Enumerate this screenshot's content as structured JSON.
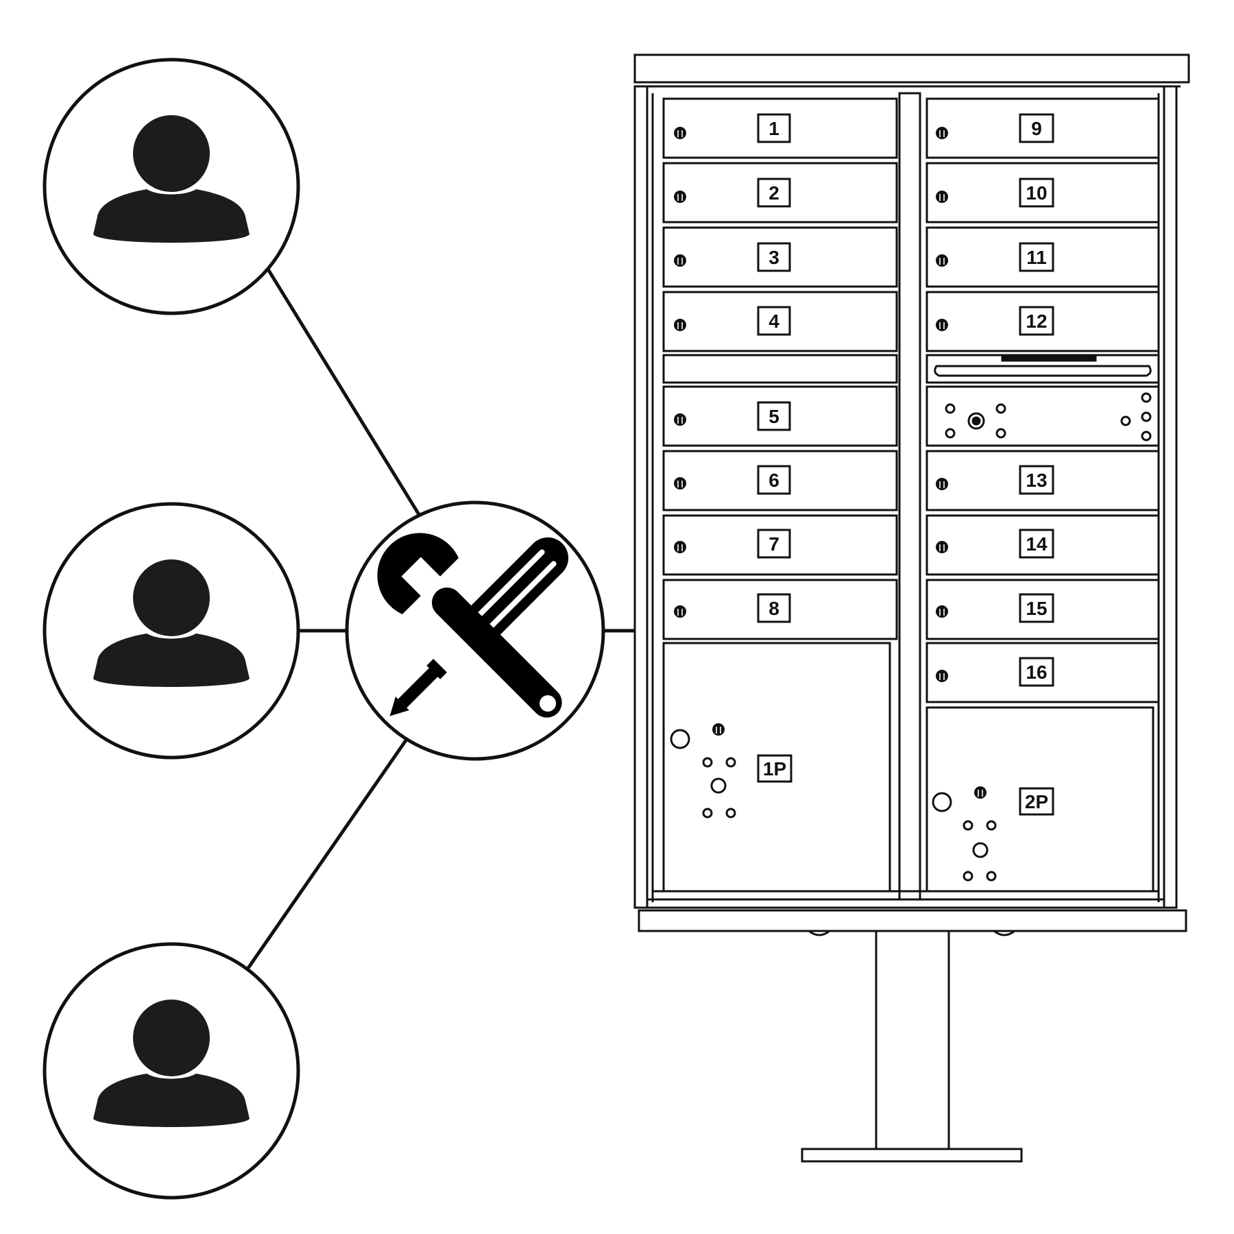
{
  "diagram": {
    "people": [
      {
        "icon": "person-icon"
      },
      {
        "icon": "person-icon"
      },
      {
        "icon": "person-icon"
      }
    ],
    "hub": {
      "icon": "wrench-screwdriver-icon"
    },
    "mailbox": {
      "left_doors": [
        "1",
        "2",
        "3",
        "4",
        "5",
        "6",
        "7",
        "8"
      ],
      "right_doors": [
        "9",
        "10",
        "11",
        "12",
        "13",
        "14",
        "15",
        "16"
      ],
      "parcel_lockers": [
        "1P",
        "2P"
      ]
    },
    "colors": {
      "line": "#111111",
      "icon": "#1c1c1c",
      "background": "#ffffff"
    }
  }
}
